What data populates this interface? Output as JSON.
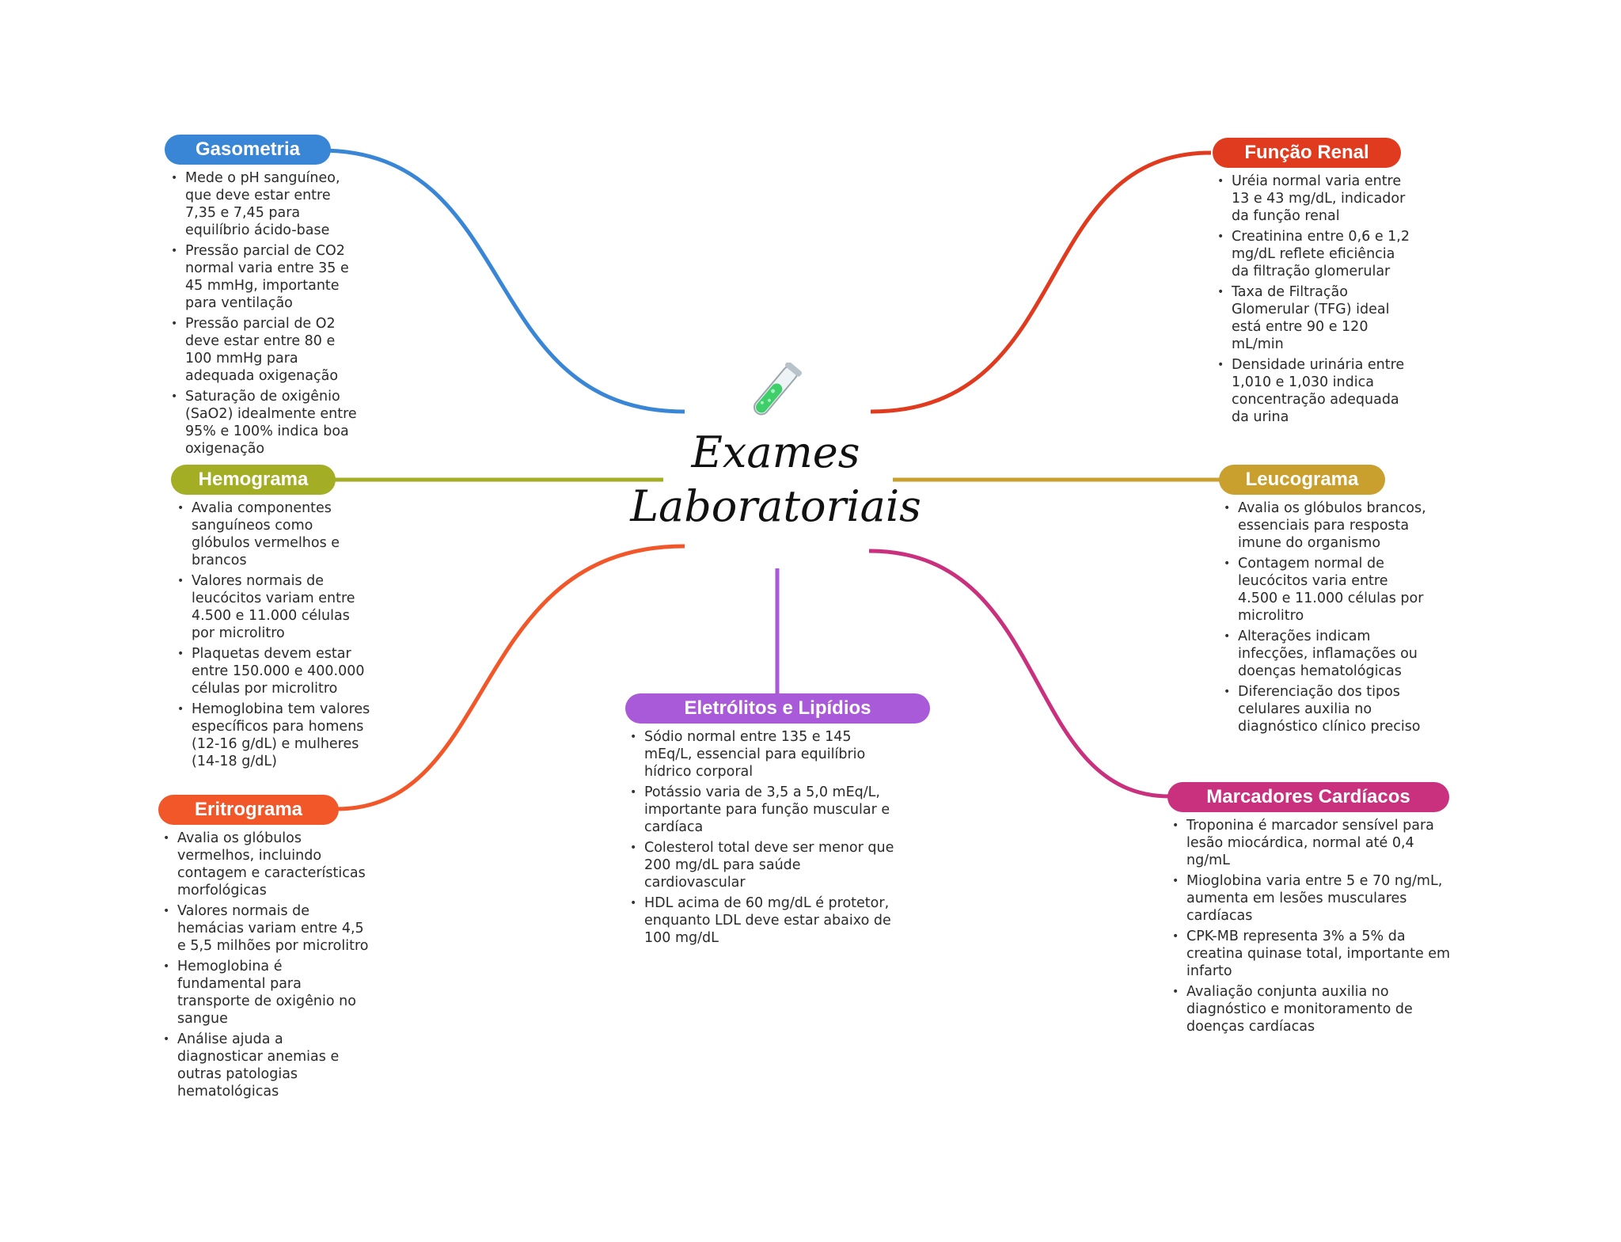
{
  "center": {
    "title_line1": "Exames",
    "title_line2": "Laboratoriais",
    "icon": "test-tube-icon"
  },
  "colors": {
    "gasometria": "#3a86d6",
    "funcao_renal": "#e03a1f",
    "hemograma": "#a3ae25",
    "leucograma": "#c9a02e",
    "eritrograma": "#f2572a",
    "eletrolitos": "#a95ad8",
    "marcadores": "#c9317f"
  },
  "branches": {
    "gasometria": {
      "title": "Gasometria",
      "items": [
        "Mede o pH sanguíneo, que deve estar entre 7,35 e 7,45 para equilíbrio ácido-base",
        "Pressão parcial de CO2 normal varia entre 35 e 45 mmHg, importante para ventilação",
        "Pressão parcial de O2 deve estar entre 80 e 100 mmHg para adequada oxigenação",
        "Saturação de oxigênio (SaO2) idealmente entre 95% e 100% indica boa oxigenação"
      ]
    },
    "funcao_renal": {
      "title": "Função Renal",
      "items": [
        "Uréia normal varia entre 13 e 43 mg/dL, indicador da função renal",
        "Creatinina entre 0,6 e 1,2 mg/dL reflete eficiência da filtração glomerular",
        "Taxa de Filtração Glomerular (TFG) ideal está entre 90 e 120 mL/min",
        "Densidade urinária entre 1,010 e 1,030 indica concentração adequada da urina"
      ]
    },
    "hemograma": {
      "title": "Hemograma",
      "items": [
        "Avalia componentes sanguíneos como glóbulos vermelhos e brancos",
        "Valores normais de leucócitos variam entre 4.500 e 11.000 células por microlitro",
        "Plaquetas devem estar entre 150.000 e 400.000 células por microlitro",
        "Hemoglobina tem valores específicos para homens (12-16 g/dL) e mulheres (14-18 g/dL)"
      ]
    },
    "leucograma": {
      "title": "Leucograma",
      "items": [
        "Avalia os glóbulos brancos, essenciais para resposta imune do organismo",
        "Contagem normal de leucócitos varia entre 4.500 e 11.000 células por microlitro",
        "Alterações indicam infecções, inflamações ou doenças hematológicas",
        "Diferenciação dos tipos celulares auxilia no diagnóstico clínico preciso"
      ]
    },
    "eritrograma": {
      "title": "Eritrograma",
      "items": [
        "Avalia os glóbulos vermelhos, incluindo contagem e características morfológicas",
        "Valores normais de hemácias variam entre 4,5 e 5,5 milhões por microlitro",
        "Hemoglobina é fundamental para transporte de oxigênio no sangue",
        "Análise ajuda a diagnosticar anemias e outras patologias hematológicas"
      ]
    },
    "eletrolitos": {
      "title": "Eletrólitos e Lipídios",
      "items": [
        "Sódio normal entre 135 e 145 mEq/L, essencial para equilíbrio hídrico corporal",
        "Potássio varia de 3,5 a 5,0 mEq/L, importante para função muscular e cardíaca",
        "Colesterol total deve ser menor que 200 mg/dL para saúde cardiovascular",
        "HDL acima de 60 mg/dL é protetor, enquanto LDL deve estar abaixo de 100 mg/dL"
      ]
    },
    "marcadores": {
      "title": "Marcadores Cardíacos",
      "items": [
        "Troponina é marcador sensível para lesão miocárdica, normal até 0,4 ng/mL",
        "Mioglobina varia entre 5 e 70 ng/mL, aumenta em lesões musculares cardíacas",
        "CPK-MB representa 3% a 5% da creatina quinase total, importante em infarto",
        "Avaliação conjunta auxilia no diagnóstico e monitoramento de doenças cardíacas"
      ]
    }
  }
}
